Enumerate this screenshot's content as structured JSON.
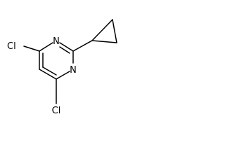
{
  "molecule": {
    "atoms": {
      "cl_top": "Cl",
      "n_top": "N",
      "n_bottom": "N",
      "cl_bottom": "Cl"
    }
  }
}
